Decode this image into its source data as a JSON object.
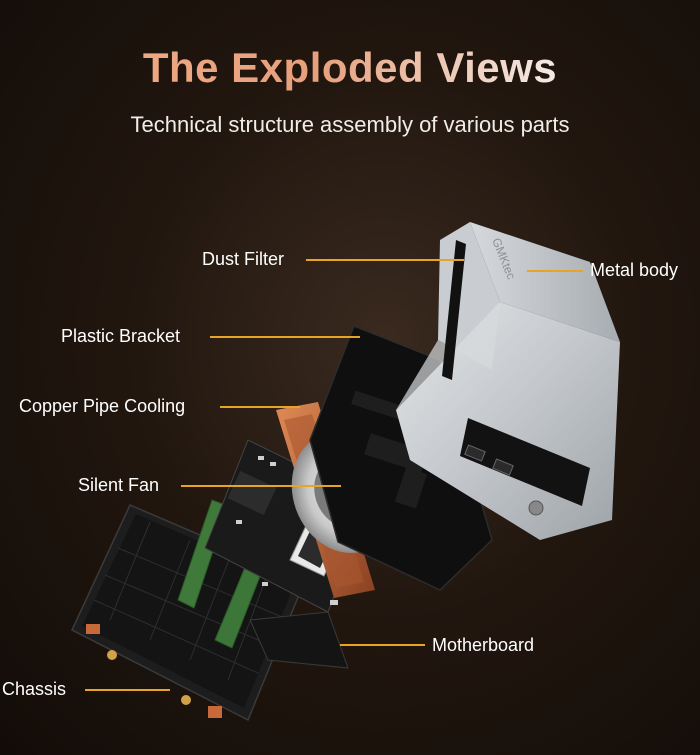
{
  "header": {
    "title": "The Exploded Views",
    "subtitle": "Technical structure assembly of various parts"
  },
  "parts": {
    "dust_filter": "Dust Filter",
    "metal_body": "Metal body",
    "plastic_bracket": "Plastic Bracket",
    "copper_pipe_cooling": "Copper Pipe Cooling",
    "silent_fan": "Silent Fan",
    "motherboard": "Motherboard",
    "chassis": "Chassis"
  },
  "device": {
    "brand_mark": "GMKtec"
  },
  "colors": {
    "leader_line": "#e8a424",
    "title_gradient_start": "#f2b08a",
    "title_gradient_end": "#ffffff",
    "metal": "#b9bdc2",
    "copper": "#c8693a"
  }
}
